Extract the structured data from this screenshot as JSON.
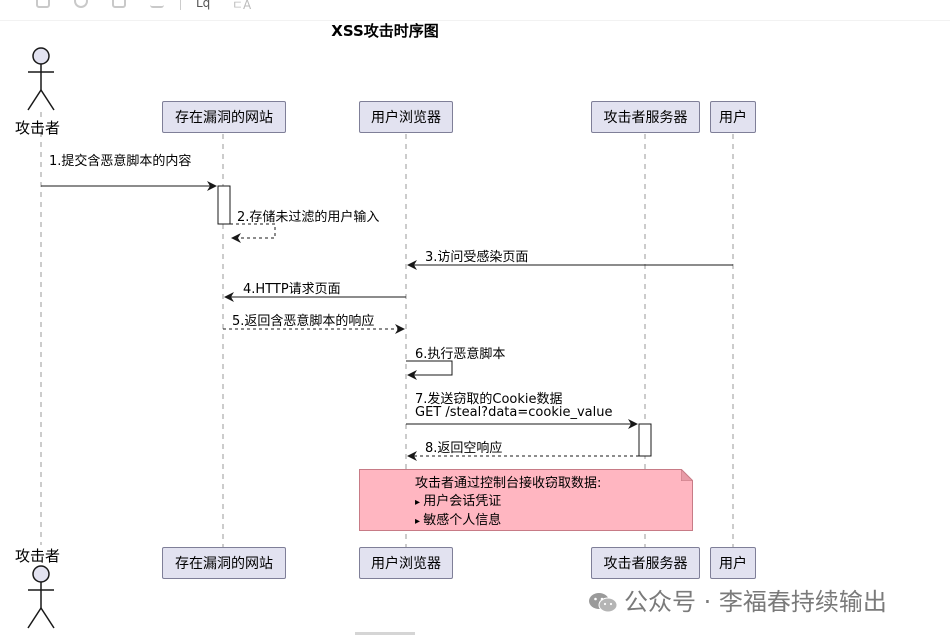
{
  "diagram": {
    "title": "XSS攻击时序图",
    "participants": {
      "attacker": "攻击者",
      "vuln_site": "存在漏洞的网站",
      "browser": "用户浏览器",
      "attacker_server": "攻击者服务器",
      "user": "用户"
    },
    "messages": [
      "1.提交含恶意脚本的内容",
      "2.存储未过滤的用户输入",
      "3.访问受感染页面",
      "4.HTTP请求页面",
      "5.返回含恶意脚本的响应",
      "6.执行恶意脚本",
      "7.发送窃取的Cookie数据",
      "GET /steal?data=cookie_value",
      "8.返回空响应"
    ],
    "note": {
      "heading": "攻击者通过控制台接收窃取数据:",
      "items": [
        "用户会话凭证",
        "敏感个人信息"
      ]
    }
  },
  "toolbar": {
    "text1": "Lq",
    "text2": "ㄷA"
  },
  "watermark": "公众号 · 李福春持续输出",
  "colors": {
    "participant_fill": "#e2e2f0",
    "note_fill": "#ffb6c1",
    "lifeline": "#999999"
  }
}
